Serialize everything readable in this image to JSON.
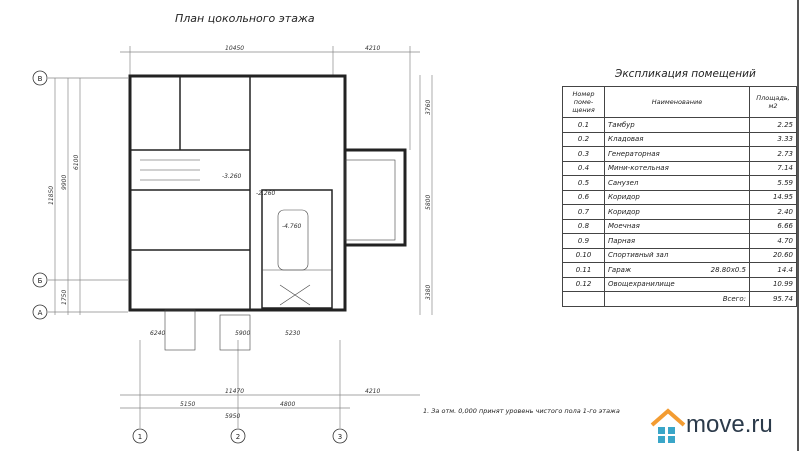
{
  "title": "План цокольного этажа",
  "dimensions": {
    "top": [
      "10450",
      "4210"
    ],
    "bottom": [
      "11470",
      "4210",
      "5150",
      "4800",
      "5950",
      "6240",
      "5900",
      "5230"
    ],
    "left": [
      "11850",
      "9900",
      "6100",
      "1750"
    ],
    "right": [
      "3760",
      "5800",
      "3380"
    ]
  },
  "axes": [
    "1",
    "2",
    "3",
    "А",
    "Б",
    "В"
  ],
  "levels": [
    "-3.260",
    "-2.260",
    "-4.760"
  ],
  "explication": {
    "title": "Экспликация помещений",
    "headers": {
      "number": "Номер поме-щения",
      "name": "Наименование",
      "area": "Площадь, м2"
    },
    "rows": [
      {
        "num": "0.1",
        "name": "Тамбур",
        "extra": "",
        "area": "2.25"
      },
      {
        "num": "0.2",
        "name": "Кладовая",
        "extra": "",
        "area": "3.33"
      },
      {
        "num": "0.3",
        "name": "Генераторная",
        "extra": "",
        "area": "2.73"
      },
      {
        "num": "0.4",
        "name": "Мини-котельная",
        "extra": "",
        "area": "7.14"
      },
      {
        "num": "0.5",
        "name": "Санузел",
        "extra": "",
        "area": "5.59"
      },
      {
        "num": "0.6",
        "name": "Коридор",
        "extra": "",
        "area": "14.95"
      },
      {
        "num": "0.7",
        "name": "Коридор",
        "extra": "",
        "area": "2.40"
      },
      {
        "num": "0.8",
        "name": "Моечная",
        "extra": "",
        "area": "6.66"
      },
      {
        "num": "0.9",
        "name": "Парная",
        "extra": "",
        "area": "4.70"
      },
      {
        "num": "0.10",
        "name": "Спортивный зал",
        "extra": "",
        "area": "20.60"
      },
      {
        "num": "0.11",
        "name": "Гараж",
        "extra": "28.80x0.5",
        "area": "14.4"
      },
      {
        "num": "0.12",
        "name": "Овощехранилище",
        "extra": "",
        "area": "10.99"
      }
    ],
    "total_label": "Всего:",
    "total": "95.74"
  },
  "note": "1. За отм. 0,000 принят уровень чистого пола 1-го этажа",
  "logo": {
    "text": "move.ru",
    "house_color": "#f39c32",
    "dots_color": "#3aa6c8"
  }
}
